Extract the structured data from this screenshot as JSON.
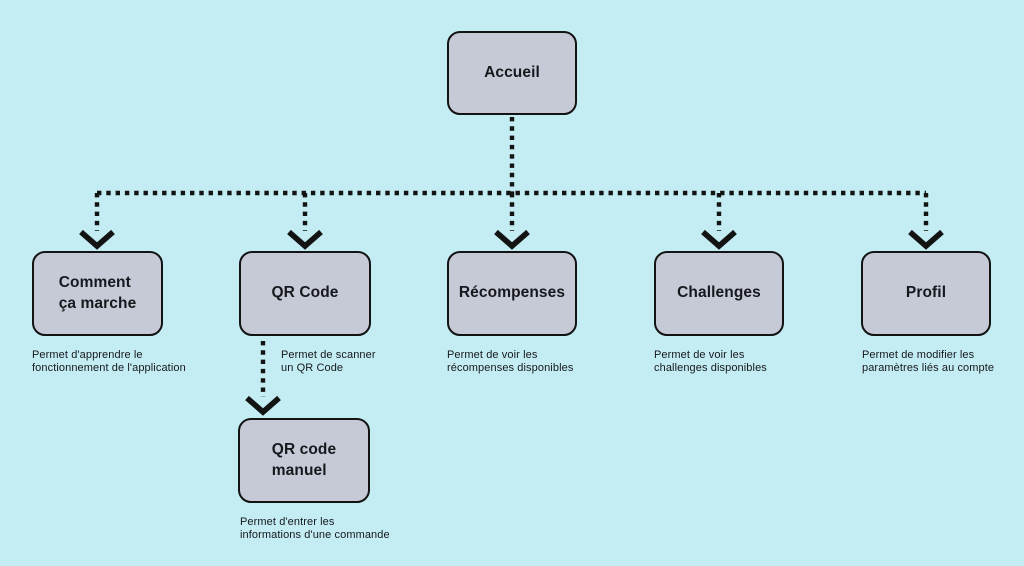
{
  "diagram": {
    "colors": {
      "background": "#c3edf3",
      "node_fill": "#c6cad6",
      "node_border": "#131313",
      "line": "#131313",
      "text": "#16181d"
    },
    "nodes": {
      "accueil": {
        "label": "Accueil"
      },
      "comment": {
        "label": "Comment\nça marche",
        "description": "Permet d'apprendre le\nfonctionnement de l'application"
      },
      "qr_code": {
        "label": "QR Code",
        "description": "Permet de scanner\nun QR Code"
      },
      "recompenses": {
        "label": "Récompenses",
        "description": "Permet de voir les\nrécompenses disponibles"
      },
      "challenges": {
        "label": "Challenges",
        "description": "Permet de voir les\nchallenges disponibles"
      },
      "profil": {
        "label": "Profil",
        "description": "Permet de modifier les\nparamètres liés au compte"
      },
      "qr_manuel": {
        "label": "QR code\nmanuel",
        "description": "Permet d'entrer les\ninformations d'une commande"
      }
    }
  }
}
